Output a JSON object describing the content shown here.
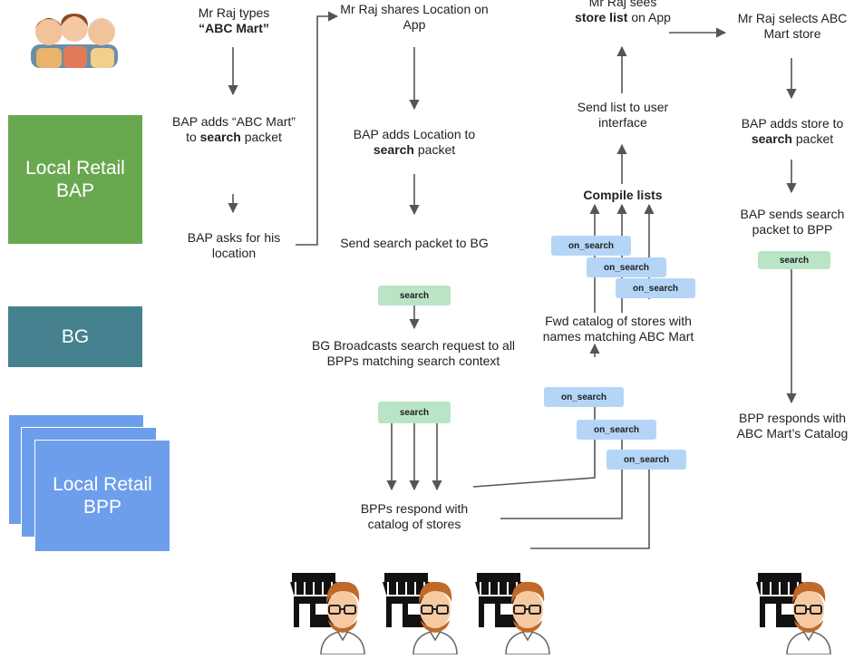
{
  "lanes": {
    "bap": "Local Retail BAP",
    "bg": "BG",
    "bpp": "Local Retail BPP"
  },
  "colors": {
    "bap": "#6aa84f",
    "bg": "#45818e",
    "bpp": "#6d9eeb",
    "search_tag": "#b9e4c6",
    "on_search_tag": "#b5d5f7",
    "line": "#555555"
  },
  "steps": {
    "s1": {
      "pre": "Mr Raj types",
      "q1": "“",
      "bold": "ABC Mart”",
      "post": ""
    },
    "s2": {
      "pre": "BAP adds “ABC Mart” to",
      "bold": "search",
      "post": "packet"
    },
    "s3": "BAP asks for his location",
    "s4": "Mr Raj shares Location on App",
    "s5": {
      "pre": "BAP adds Location to",
      "bold": "search",
      "post": "packet"
    },
    "s6": "Send search packet to BG",
    "s7": "BG Broadcasts search request to all BPPs matching search context",
    "s8": "BPPs respond with catalog of stores",
    "s9": "Fwd catalog of stores with names matching ABC Mart",
    "s10": "Compile lists",
    "s11": "Send list to user interface",
    "s12": {
      "pre": "Mr Raj sees",
      "bold": "store list",
      "post": "on App"
    },
    "s13": "Mr Raj selects ABC Mart store",
    "s14": {
      "pre": "BAP adds store to",
      "bold": "search",
      "post": "packet"
    },
    "s15": "BAP sends search packet to BPP",
    "s16": "BPP responds with ABC Mart’s Catalog"
  },
  "tags": {
    "search": "search",
    "on_search": "on_search"
  },
  "icons": {
    "family": "family-icon",
    "store": "storefront-icon",
    "shopkeeper": "shopkeeper-icon"
  }
}
